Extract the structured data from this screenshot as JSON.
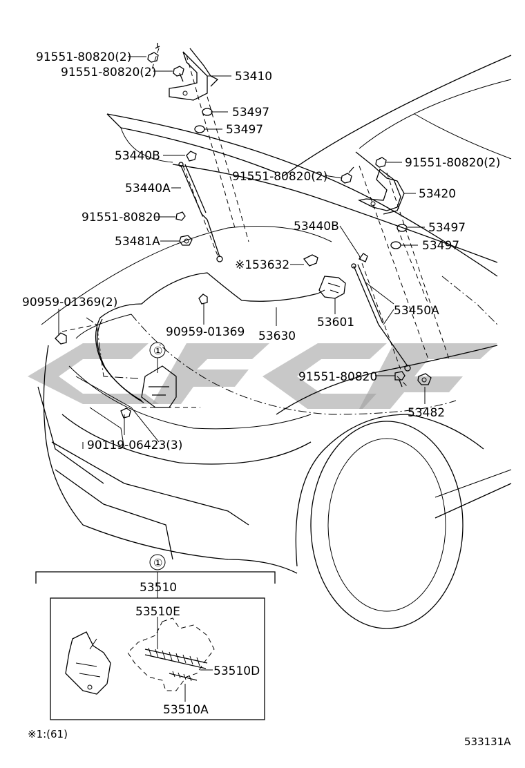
{
  "labels": {
    "bolt_top_a": "91551-80820(2)",
    "bolt_top_b": "91551-80820(2)",
    "hinge_lh": "53410",
    "cushion_lh_a": "53497",
    "cushion_lh_b": "53497",
    "stay_bracket_upper_lh": "53440B",
    "support_lh": "53440A",
    "bolt_lh_lower": "91551-80820",
    "bracket_lh": "53481A",
    "bolt_hood_center": "91551-80820(2)",
    "bolt_right_hinge": "91551-80820(2)",
    "hinge_rh": "53420",
    "stay_bracket_upper_rh": "53440B",
    "cushion_rh_a": "53497",
    "cushion_rh_b": "53497",
    "clamp_note": "※153632",
    "support_rh": "53450A",
    "clip_pair": "90959-01369(2)",
    "clip_single": "90959-01369",
    "cable": "53630",
    "release_lever": "53601",
    "bolt_rh_lower": "91551-80820",
    "bracket_rh": "53482",
    "bolt_lock": "90119-06423(3)",
    "circle_ref_main": "①",
    "circle_ref_inset": "①",
    "lock_assembly": "53510",
    "sub_e": "53510E",
    "sub_d": "53510D",
    "sub_a": "53510A",
    "footnote": "※1:(61)",
    "figure_code": "533131A"
  },
  "icons": [
    "hood-outline",
    "bolt-icon",
    "hinge-icon",
    "gas-strut-icon",
    "clip-icon",
    "hood-lock-icon",
    "release-lever-icon",
    "watermark-logo"
  ],
  "colors": {
    "line": "#000000",
    "watermark": "#9b9b9b",
    "background": "#ffffff"
  }
}
